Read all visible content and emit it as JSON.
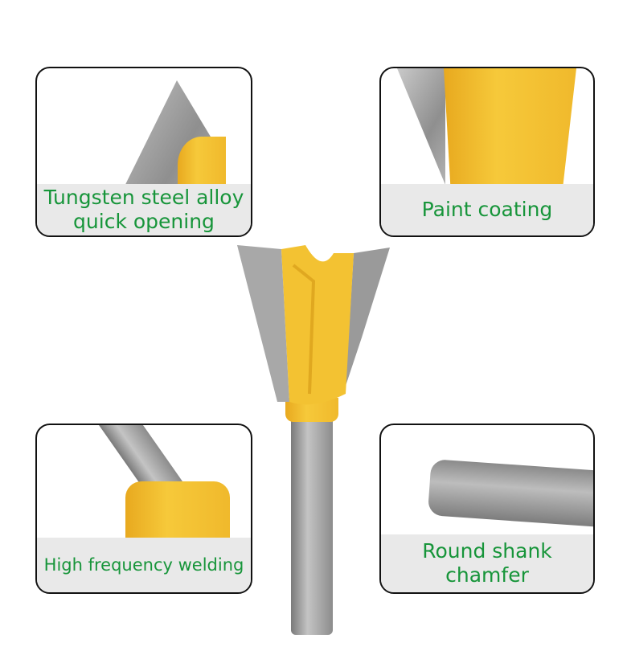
{
  "panels": {
    "top_left": {
      "line1": "Tungsten steel alloy",
      "line2": "quick opening"
    },
    "top_right": {
      "line1": "Paint coating"
    },
    "bottom_left": {
      "line1": "High frequency welding"
    },
    "bottom_right": {
      "line1": "Round shank",
      "line2": "chamfer"
    }
  },
  "colors": {
    "caption_text": "#17953a",
    "caption_bg": "#e9e9e9",
    "body_yellow": "#f3c232"
  }
}
